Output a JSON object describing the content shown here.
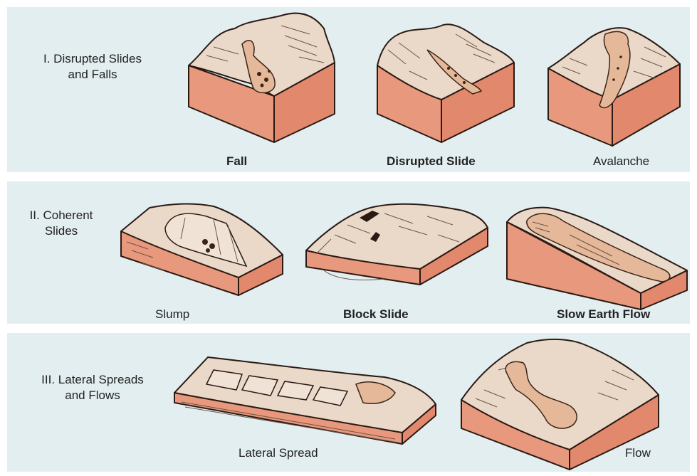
{
  "rows": [
    {
      "title_line1": "I. Disrupted Slides",
      "title_line2": "and Falls",
      "captions": [
        "Fall",
        "Disrupted Slide",
        "Avalanche"
      ]
    },
    {
      "title_line1": "II. Coherent",
      "title_line2": "Slides",
      "captions": [
        "Slump",
        "Block Slide",
        "Slow Earth Flow"
      ]
    },
    {
      "title_line1": "III. Lateral Spreads",
      "title_line2": "and Flows",
      "captions": [
        "Lateral Spread",
        "Flow"
      ]
    }
  ],
  "colors": {
    "band_background": "#e3eef0",
    "rock_face": "#e8987c",
    "surface": "#ead9c9",
    "debris": "#e4b899",
    "outline": "#2a1a14"
  }
}
